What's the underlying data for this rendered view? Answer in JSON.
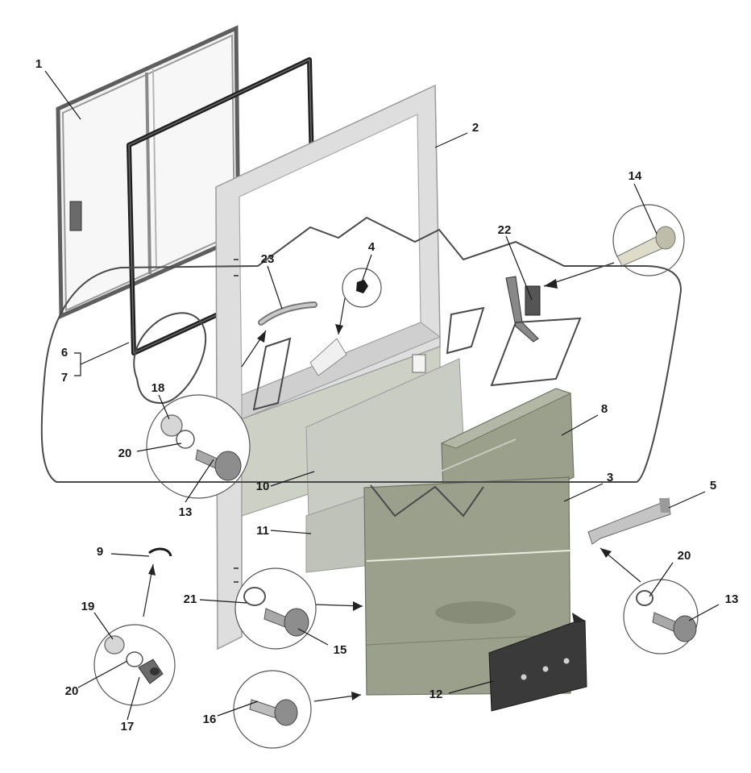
{
  "diagram": {
    "callouts": [
      "1",
      "2",
      "3",
      "4",
      "5",
      "6",
      "7",
      "8",
      "9",
      "10",
      "11",
      "12",
      "13",
      "13",
      "13",
      "14",
      "15",
      "16",
      "17",
      "18",
      "19",
      "20",
      "20",
      "20",
      "21",
      "22",
      "23"
    ],
    "colors": {
      "frame": "#d9d9d9",
      "frame_edge": "#9a9a9a",
      "glass_frame": "#5e5e5e",
      "seal": "#1f1f1f",
      "panel": "#9aa08c",
      "panel_dark": "#7f8672",
      "insulation": "#c9ccc3",
      "plate": "#3a3a3a",
      "watermark": "#4a4a4a"
    }
  }
}
